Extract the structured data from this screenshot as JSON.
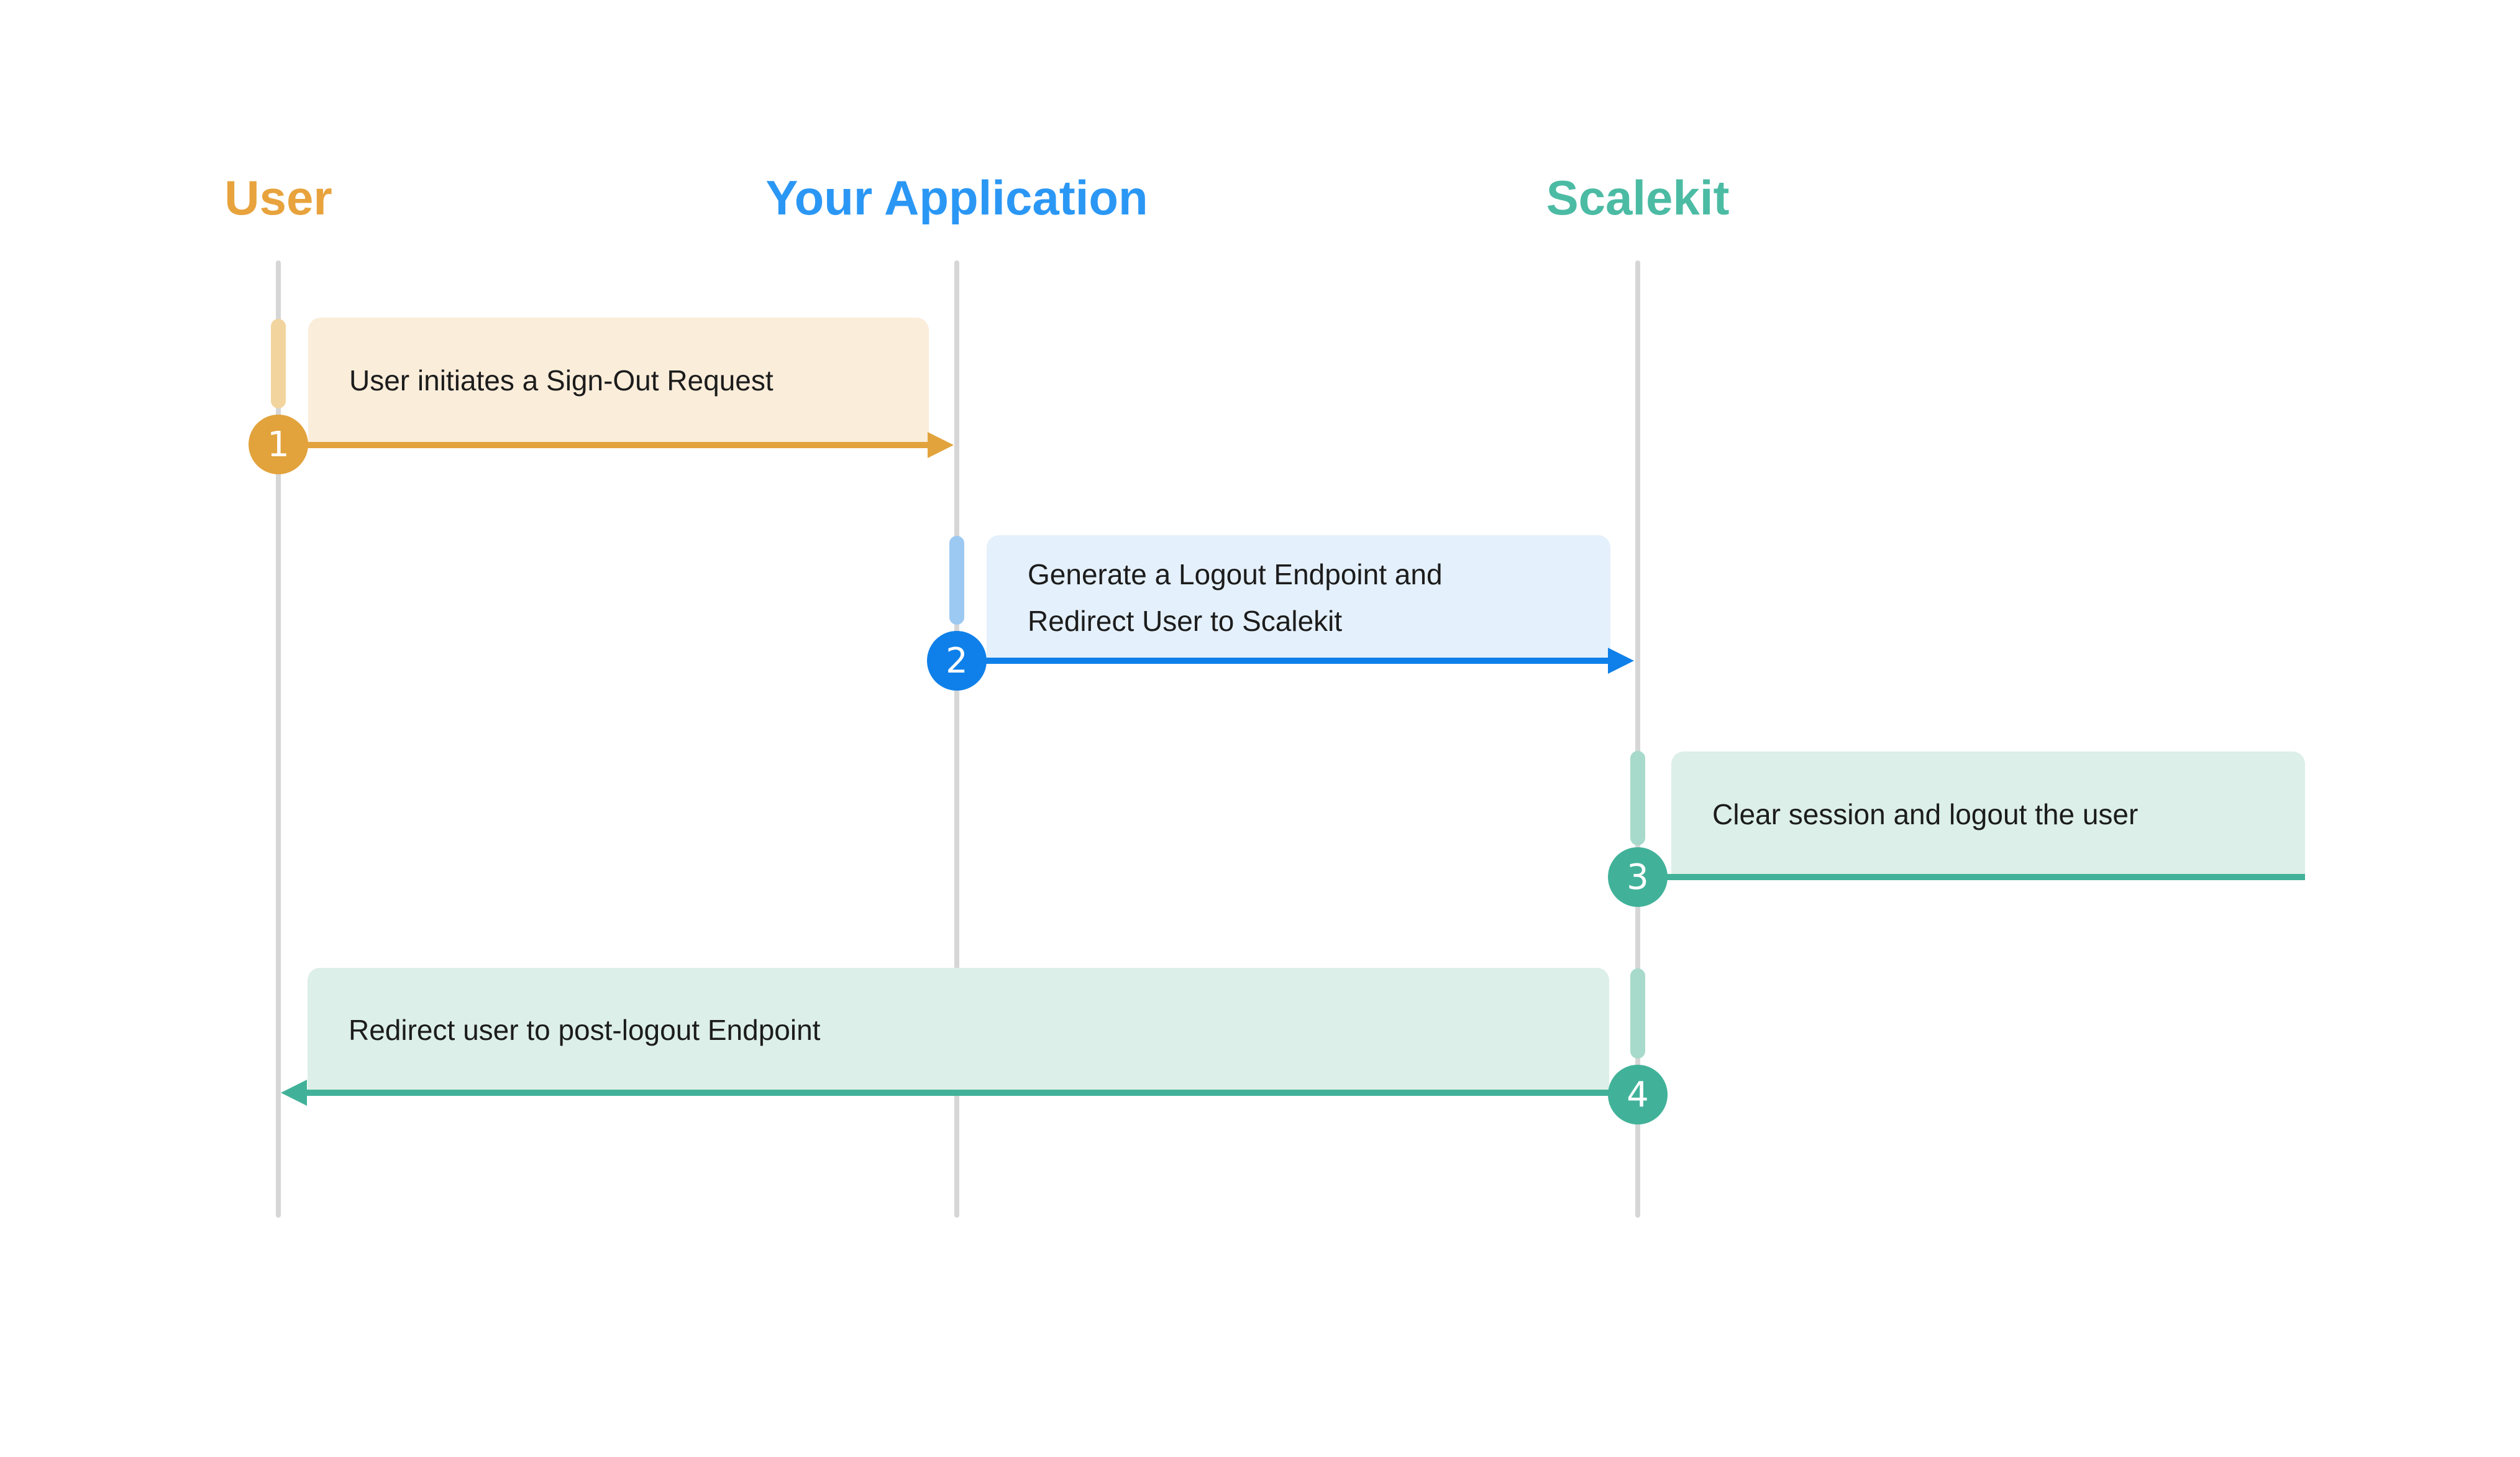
{
  "diagram": {
    "type": "sequence-diagram",
    "description": "Sign-out flow between a User, an application, and Scalekit"
  },
  "actors": [
    {
      "name": "User"
    },
    {
      "name": "Your Application"
    },
    {
      "name": "Scalekit"
    }
  ],
  "steps": [
    {
      "number": "1",
      "label": "User initiates a Sign-Out Request",
      "from": "User",
      "to": "Your Application",
      "direction": "right"
    },
    {
      "number": "2",
      "label": "Generate a Logout Endpoint and\nRedirect User  to Scalekit",
      "from": "Your Application",
      "to": "Scalekit",
      "direction": "right"
    },
    {
      "number": "3",
      "label": "Clear session and logout the user",
      "from": "Scalekit",
      "to": "Scalekit",
      "direction": "self"
    },
    {
      "number": "4",
      "label": "Redirect user to post-logout Endpoint",
      "from": "Scalekit",
      "to": "User",
      "direction": "left"
    }
  ],
  "colors": {
    "title-user": "#E8A33D",
    "title-app": "#2B97F5",
    "title-scalekit": "#4CBBA4",
    "accent-user": "#E2A33C",
    "accent-app": "#0F80E9",
    "accent-scalekit": "#41B299",
    "bar-user": "#F2D59E",
    "bar-app": "#9CC9F2",
    "bar-scalekit": "#A7DACA",
    "box-user": "#FAEDDA",
    "box-app": "#E4F0FB",
    "box-scalekit": "#DCEFE8",
    "lifeline": "#D6D6D6",
    "text": "#1C1C1C",
    "step-number": "#FFFFFF",
    "background": "#FFFFFF"
  }
}
